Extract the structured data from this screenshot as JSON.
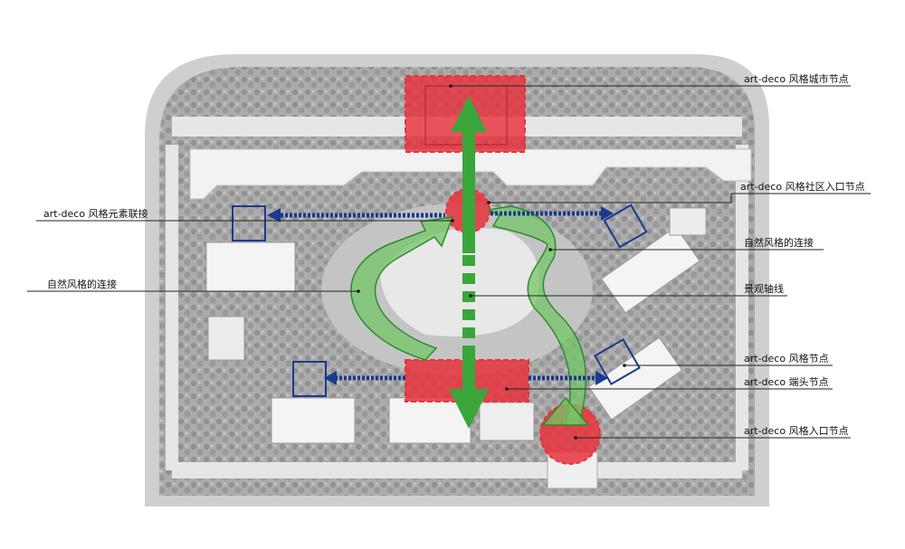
{
  "labels": {
    "city_node": "art-deco 风格城市节点",
    "community_entrance": "art-deco 风格社区入口节点",
    "element_link": "art-deco 风格元素联接",
    "natural_link_right": "自然风格的连接",
    "natural_link_left": "自然风格的连接",
    "landscape_axis": "景观轴线",
    "style_node": "art-deco 风格节点",
    "end_node": "art-deco 端头节点",
    "entrance_node": "art-deco 风格入口节点"
  },
  "colors": {
    "node_red": "#e8323c",
    "axis_green": "#3aa63a",
    "link_blue": "#1a3a8f",
    "natural_green": "#74c76a",
    "plan_gray": "#b9b9b9"
  }
}
